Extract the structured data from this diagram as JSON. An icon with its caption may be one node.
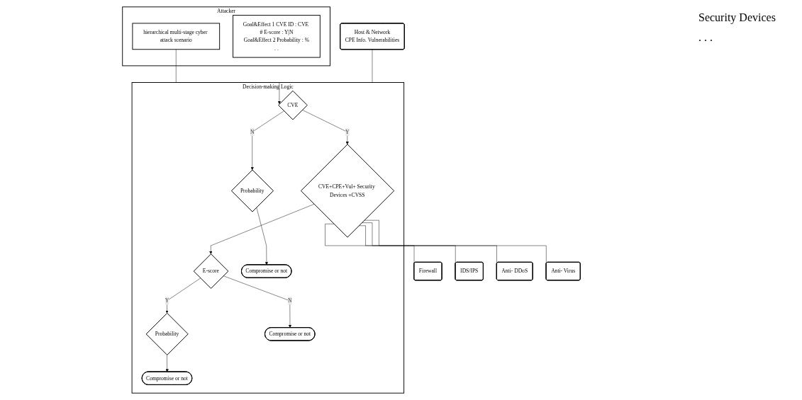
{
  "diagram": {
    "nodes": [
      {
        "text": [
          "Attacker"
        ]
      },
      {
        "text": [
          "hierarchical multi-stage cyber attack scenario"
        ],
        "in": 0
      },
      {
        "text": [
          "Goal&Effect 1 CVE ID : CVE # E-score : Y|N",
          "Goal&Effect 2 Probability : %",
          ". ."
        ],
        "in": 0
      },
      {
        "text": [
          "Host & Network",
          "CPE Info. Vulnerabilities"
        ]
      },
      {
        "text": [
          "Decision-making Logic"
        ]
      },
      {
        "text": [
          "CVE"
        ],
        "in": 4
      },
      {
        "text": [
          "CVE+CPE+Vul+ Security Devices +CVSS"
        ],
        "in": 4
      },
      {
        "text": [
          "E-score"
        ],
        "in": 4
      },
      {
        "text": [
          "Probability"
        ],
        "in": 4
      },
      {
        "text": [
          "Compromise or not"
        ],
        "in": 4
      },
      {
        "text": [
          "Compromise or not"
        ],
        "in": 4
      },
      {
        "text": [
          "Probability"
        ],
        "in": 4
      },
      {
        "text": [
          "Compromise or not"
        ],
        "in": 4
      },
      {
        "text": [
          "Firewall"
        ]
      },
      {
        "text": [
          "IDS/IPS"
        ]
      },
      {
        "text": [
          "Anti- DDoS"
        ]
      },
      {
        "text": [
          "Anti- Virus"
        ]
      }
    ],
    "edges": [
      {
        "from": 1,
        "to": 5,
        "arrow": "to"
      },
      {
        "from": 5,
        "to": 6,
        "arrow": "to",
        "label": "Y"
      },
      {
        "from": 6,
        "to": 7,
        "arrow": "to"
      },
      {
        "from": 7,
        "to": 8,
        "arrow": "to",
        "label": "Y"
      },
      {
        "from": 7,
        "to": 9,
        "arrow": "to",
        "label": "N"
      },
      {
        "from": 8,
        "to": 10,
        "arrow": "to"
      },
      {
        "from": 5,
        "to": 11,
        "arrow": "to",
        "label": "N"
      },
      {
        "from": 11,
        "to": 12,
        "arrow": "to"
      },
      {
        "from": 3,
        "to": 4,
        "arrow": "none"
      },
      {
        "from": 6,
        "to": 13,
        "arrow": "none"
      },
      {
        "from": 6,
        "to": 14,
        "arrow": "none"
      },
      {
        "from": 6,
        "to": 15,
        "arrow": "none"
      },
      {
        "from": 6,
        "to": 16,
        "arrow": "none"
      }
    ],
    "labels": [
      "Security Devices",
      ". . ."
    ]
  }
}
